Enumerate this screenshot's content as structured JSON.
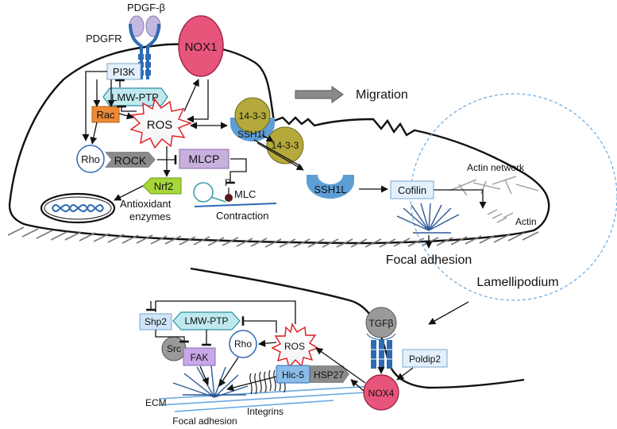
{
  "labels": {
    "pdgf_beta": "PDGF-β",
    "pdgfr": "PDGFR",
    "nox1": "NOX1",
    "pi3k": "PI3K",
    "lmw_ptp_top": "LMW-PTP",
    "rac": "Rac",
    "ros_top": "ROS",
    "rho_top": "Rho",
    "rock": "ROCK",
    "mlcp": "MLCP",
    "nrf2": "Nrf2",
    "antioxidant": "Antioxidant",
    "enzymes": "enzymes",
    "p_label": "P",
    "mlc": "MLC",
    "contraction": "Contraction",
    "p1433_a": "14-3-3",
    "ssh1l_a": "SSH1L",
    "p1433_b": "14-3-3",
    "ssh1l_b": "SSH1L",
    "cofilin": "Cofilin",
    "migration": "Migration",
    "actin_network": "Actin network",
    "actin": "Actin",
    "focal_adhesion_top": "Focal adhesion",
    "lamellipodium": "Lamellipodium",
    "tgfb": "TGFβ",
    "poldip2": "Poldip2",
    "nox4": "NOX4",
    "shp2": "Shp2",
    "lmw_ptp_bottom": "LMW-PTP",
    "src": "Src",
    "fak": "FAK",
    "rho_bottom": "Rho",
    "ros_bottom": "ROS",
    "hic5": "Hic-5",
    "hsp27": "HSP27",
    "ecm": "ECM",
    "focal_adhesion_bottom": "Focal adhesion",
    "integrins": "Integrins"
  },
  "colors": {
    "receptor": "#2d6bb5",
    "pdgf_ligand": "#c3b8df",
    "nox_red": "#e8557a",
    "pi3k_fill": "#e3f0fb",
    "lmw_fill": "#bfe9ee",
    "rac_fill": "#ee8a35",
    "ros_stroke": "#e0151b",
    "rock_fill": "#8a8a8a",
    "mlcp_fill": "#c8b0dd",
    "nrf2_fill": "#a7d63a",
    "p1433_fill": "#b4a93a",
    "ssh1l_fill": "#5e9ed6",
    "tgfb_fill": "#9a9a9a",
    "shp2_fill": "#cfe4f7",
    "fak_fill": "#c8a8e6",
    "src_fill": "#9a9a9a",
    "hic5_fill": "#8bbce8",
    "hsp27_fill": "#8a8a8a",
    "lamellipodium_circle": "#6aa8e0",
    "arrow_gray": "#8a8a8a"
  }
}
